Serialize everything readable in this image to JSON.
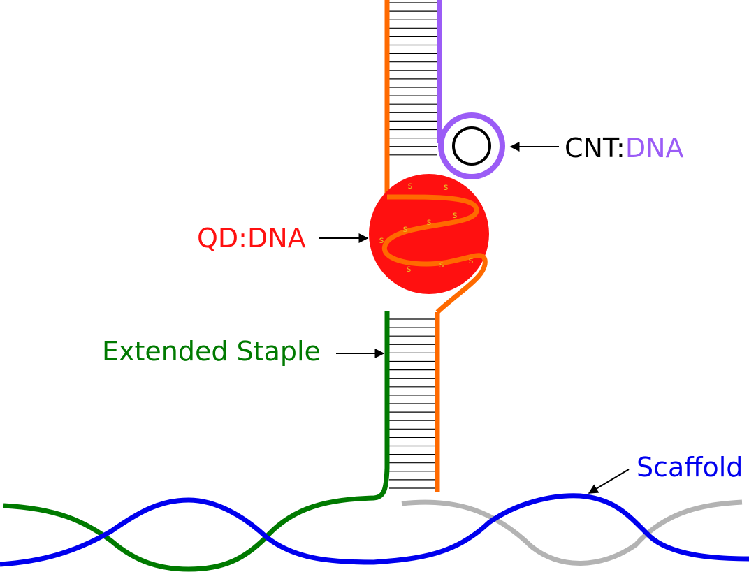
{
  "labels": {
    "cnt_prefix": "CNT:",
    "cnt_suffix": "DNA",
    "qd": "QD:DNA",
    "staple": "Extended Staple",
    "scaffold": "Scaffold"
  },
  "sulfur_mark": "s",
  "colors": {
    "background": "#ffffff",
    "orange_strand": "#ff6a00",
    "purple_strand": "#9b5cf6",
    "green_staple": "#007a00",
    "blue_scaffold": "#0000ee",
    "grey_strand": "#b3b3b3",
    "quantum_dot": "#ff1010",
    "sulfur": "#e8c020",
    "cnt_text": "#000000",
    "rung": "#000000"
  }
}
